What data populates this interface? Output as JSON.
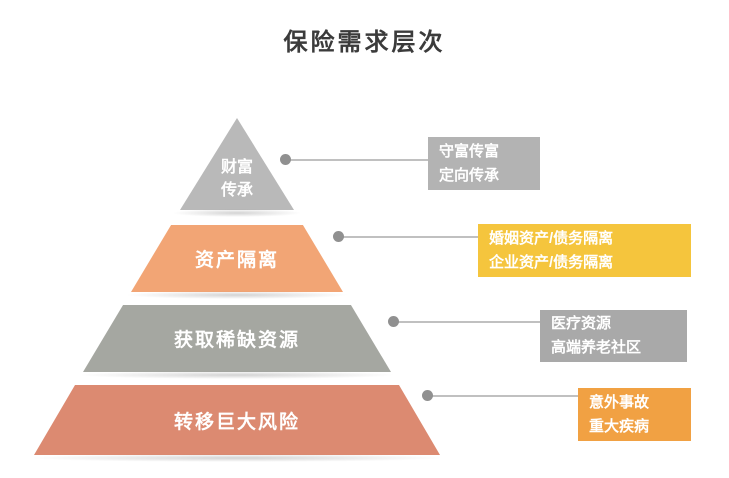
{
  "title": "保险需求层次",
  "colors": {
    "level1": "#b9b9b9",
    "level2": "#f2a575",
    "level3": "#a5a7a1",
    "level4": "#dc8a71",
    "box1": "#b3b3b3",
    "box2": "#f5c53d",
    "box3": "#a9a9a9",
    "box4": "#f1a143",
    "connector": "#c0c0c0",
    "dot": "#909090",
    "title_text": "#3b3b3b",
    "label_text": "#ffffff"
  },
  "pyramid": {
    "levels": [
      {
        "id": "wealth-inheritance",
        "label": "财富\n传承"
      },
      {
        "id": "asset-isolation",
        "label": "资产隔离"
      },
      {
        "id": "scarce-resources",
        "label": "获取稀缺资源"
      },
      {
        "id": "risk-transfer",
        "label": "转移巨大风险"
      }
    ]
  },
  "annotations": [
    {
      "id": "wealth-note",
      "label": "守富传富\n定向传承"
    },
    {
      "id": "asset-note",
      "label": "婚姻资产/债务隔离\n企业资产/债务隔离"
    },
    {
      "id": "resource-note",
      "label": "医疗资源\n高端养老社区"
    },
    {
      "id": "risk-note",
      "label": "意外事故\n重大疾病"
    }
  ]
}
